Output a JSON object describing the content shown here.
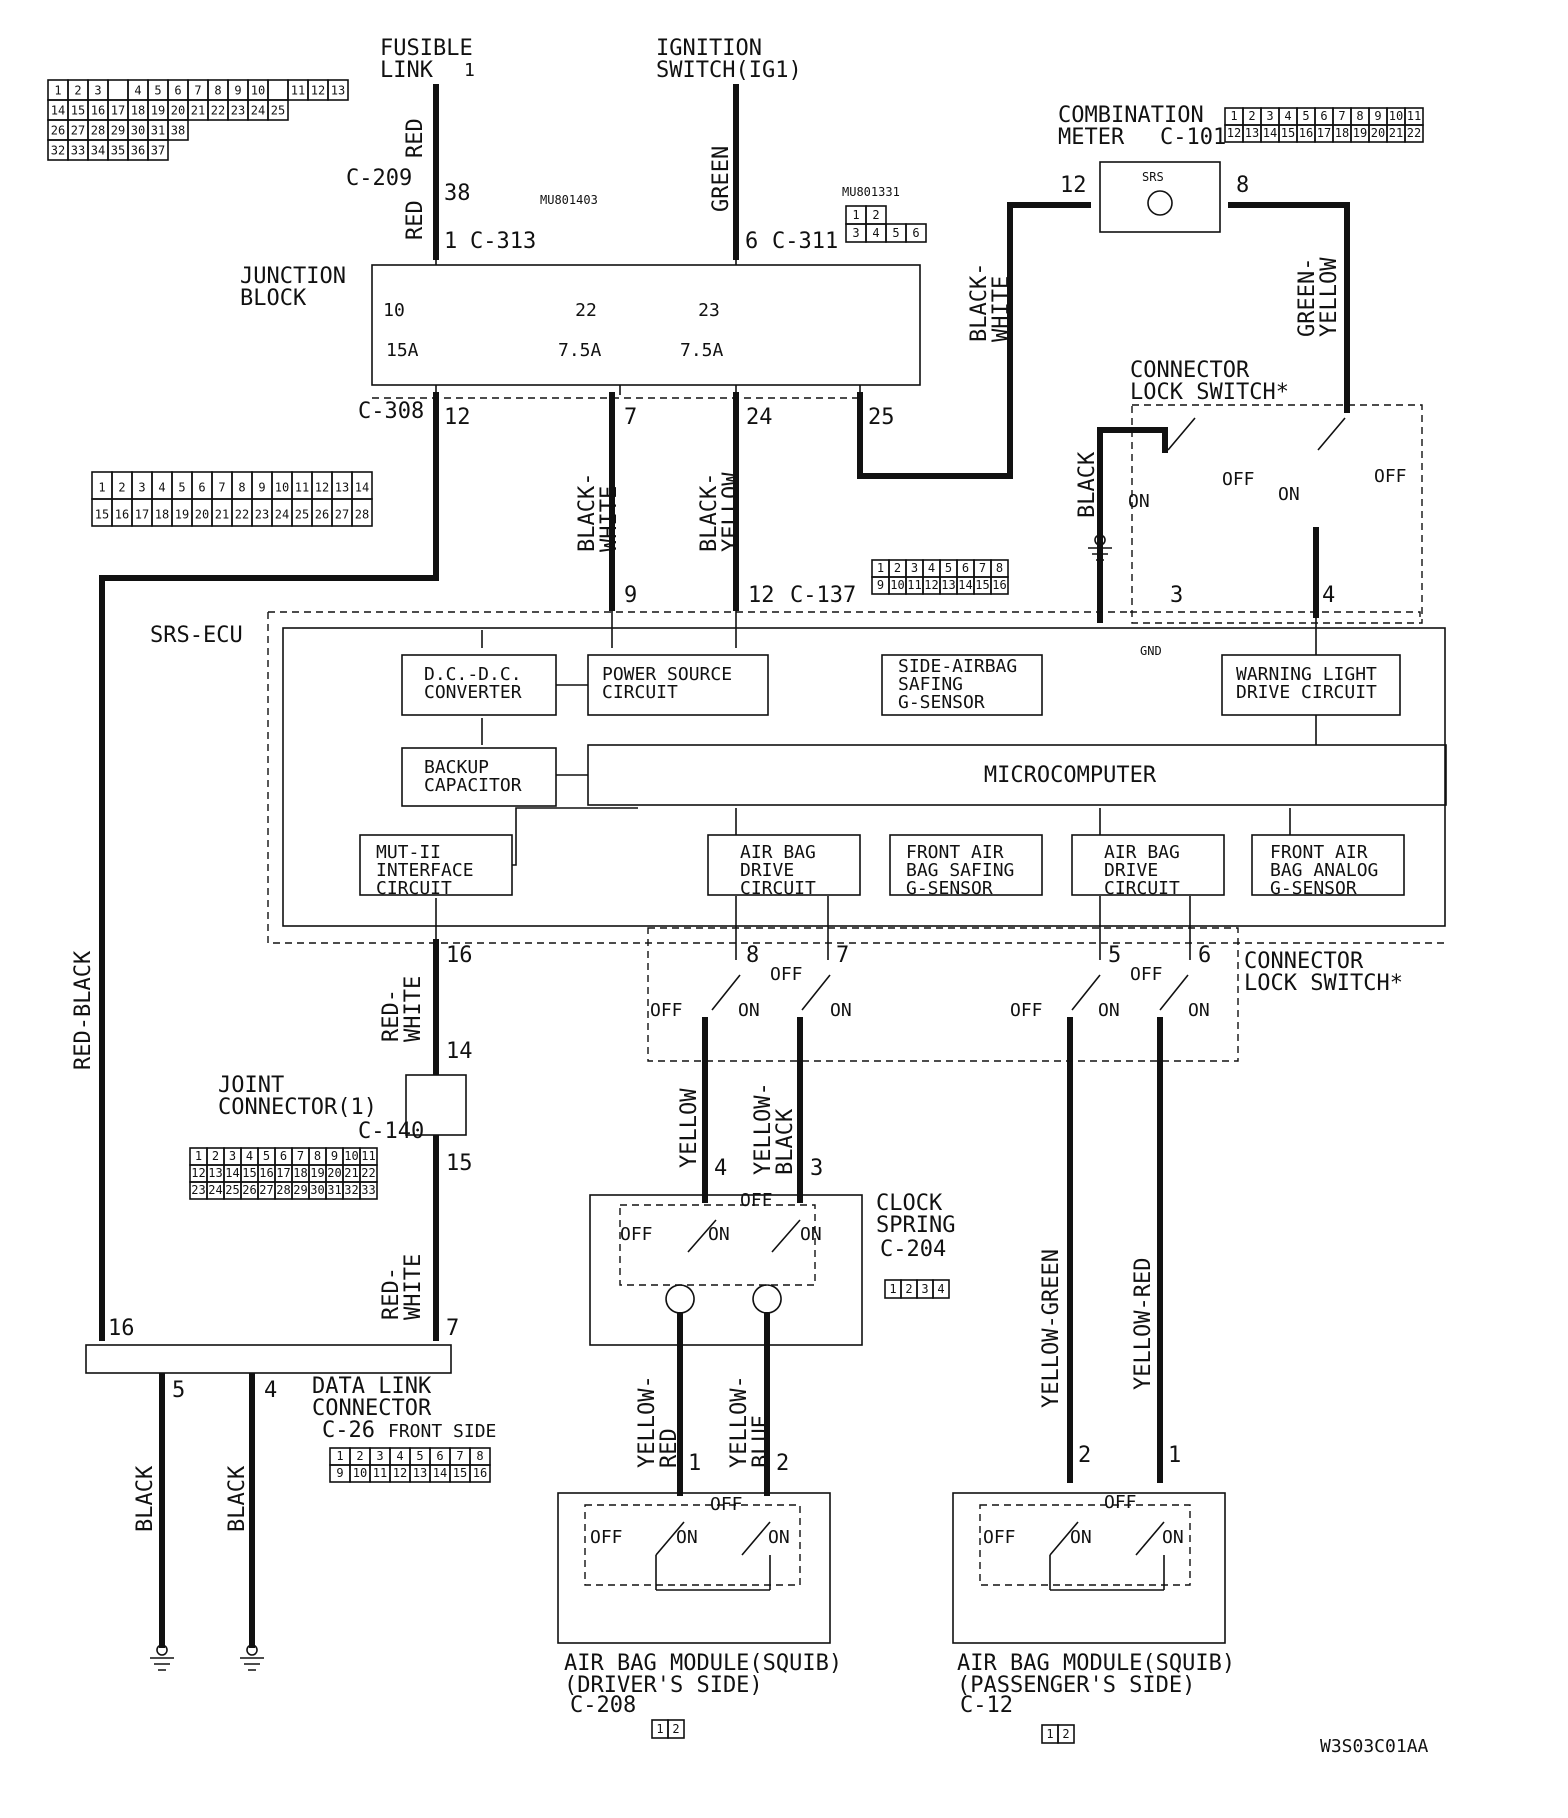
{
  "sources": {
    "fusible_link": [
      "FUSIBLE",
      "LINK"
    ],
    "fusible_num": "1",
    "ignition": [
      "IGNITION",
      "SWITCH(IG1)"
    ]
  },
  "combination_meter": {
    "title": [
      "COMBINATION",
      "METER"
    ],
    "id": "C-101",
    "srs": "SRS",
    "pin_l": "12",
    "pin_r": "8"
  },
  "junction_block": {
    "title": [
      "JUNCTION",
      "BLOCK"
    ],
    "fuses": [
      {
        "num": "10",
        "rating": "15A"
      },
      {
        "num": "22",
        "rating": "7.5A"
      },
      {
        "num": "23",
        "rating": "7.5A"
      }
    ]
  },
  "connectors": {
    "c209": "C-209",
    "c313": "C-313",
    "c311": "C-311",
    "c308": "C-308",
    "c137": "C-137",
    "c140": "C-140",
    "c204": "C-204",
    "c26": "C-26",
    "c208": "C-208",
    "c12": "C-12",
    "mu1": "MU801403",
    "mu2": "MU801331"
  },
  "pins": {
    "p38": "38",
    "p1": "1",
    "p6": "6",
    "p12a": "12",
    "p7a": "7",
    "p24": "24",
    "p25": "25",
    "p9": "9",
    "p12b": "12",
    "p3": "3",
    "p4": "4",
    "p16a": "16",
    "p8": "8",
    "p7b": "7",
    "p5": "5",
    "p6b": "6",
    "p14": "14",
    "p15": "15",
    "p4b": "4",
    "p3b": "3",
    "p16b": "16",
    "p7c": "7",
    "p5b": "5",
    "p4c": "4",
    "p1a": "1",
    "p2a": "2",
    "p2b": "2",
    "p1b": "1"
  },
  "wires": {
    "red": "RED",
    "green": "GREEN",
    "black_white": [
      "BLACK-",
      "WHITE"
    ],
    "black_yellow": [
      "BLACK-",
      "YELLOW"
    ],
    "green_yellow": [
      "GREEN-",
      "YELLOW"
    ],
    "black": "BLACK",
    "red_black": "RED-BLACK",
    "red_white": [
      "RED-",
      "WHITE"
    ],
    "yellow": "YELLOW",
    "yellow_black": [
      "YELLOW-",
      "BLACK"
    ],
    "yellow_green": "YELLOW-GREEN",
    "yellow_red_v": "YELLOW-RED",
    "yellow_red": [
      "YELLOW-",
      "RED"
    ],
    "yellow_blue": [
      "YELLOW-",
      "BLUE"
    ]
  },
  "switches": {
    "lock_title": [
      "CONNECTOR",
      "LOCK SWITCH*"
    ],
    "on": "ON",
    "off": "OFF",
    "gnd": "GND"
  },
  "ecu": {
    "title": "SRS-ECU",
    "blocks": {
      "dcdc": [
        "D.C.-D.C.",
        "CONVERTER"
      ],
      "power": [
        "POWER SOURCE",
        "CIRCUIT"
      ],
      "side": [
        "SIDE-AIRBAG",
        "SAFING",
        "G-SENSOR"
      ],
      "warning": [
        "WARNING LIGHT",
        "DRIVE CIRCUIT"
      ],
      "backup": [
        "BACKUP",
        "CAPACITOR"
      ],
      "micro": [
        "MICROCOMPUTER"
      ],
      "mut": [
        "MUT-II",
        "INTERFACE",
        "CIRCUIT"
      ],
      "drive1": [
        "AIR BAG",
        "DRIVE",
        "CIRCUIT"
      ],
      "fsafe": [
        "FRONT AIR",
        "BAG SAFING",
        "G-SENSOR"
      ],
      "drive2": [
        "AIR BAG",
        "DRIVE",
        "CIRCUIT"
      ],
      "fanalog": [
        "FRONT AIR",
        "BAG ANALOG",
        "G-SENSOR"
      ]
    }
  },
  "joint": {
    "title": [
      "JOINT",
      "CONNECTOR(1)"
    ]
  },
  "clock": {
    "title": [
      "CLOCK",
      "SPRING"
    ]
  },
  "dlc": {
    "title": [
      "DATA LINK",
      "CONNECTOR"
    ],
    "side": "FRONT SIDE"
  },
  "modules": {
    "driver": [
      "AIR BAG MODULE(SQUIB)",
      "(DRIVER'S SIDE)"
    ],
    "passenger": [
      "AIR BAG MODULE(SQUIB)",
      "(PASSENGER'S SIDE)"
    ]
  },
  "footer_code": "W3S03C01AA",
  "grids": {
    "c209": [
      [
        "1",
        "2",
        "3",
        "",
        "4",
        "5",
        "6",
        "7",
        "8",
        "9",
        "10",
        "",
        "11",
        "12",
        "13"
      ],
      [
        "14",
        "15",
        "16",
        "17",
        "18",
        "19",
        "20",
        "21",
        "22",
        "23",
        "24",
        "25"
      ],
      [
        "26",
        "27",
        "28",
        "29",
        "30",
        "31",
        "38"
      ],
      [
        "32",
        "33",
        "34",
        "35",
        "36",
        "37"
      ]
    ],
    "c101": [
      [
        "1",
        "2",
        "3",
        "4",
        "5",
        "6",
        "7",
        "8",
        "9",
        "10",
        "11"
      ],
      [
        "12",
        "13",
        "14",
        "15",
        "16",
        "17",
        "18",
        "19",
        "20",
        "21",
        "22"
      ]
    ],
    "c308": [
      [
        "1",
        "2",
        "3",
        "4",
        "5",
        "6",
        "7",
        "8",
        "9",
        "10",
        "11",
        "12",
        "13",
        "14"
      ],
      [
        "15",
        "16",
        "17",
        "18",
        "19",
        "20",
        "21",
        "22",
        "23",
        "24",
        "25",
        "26",
        "27",
        "28"
      ]
    ],
    "c137": [
      [
        "1",
        "2",
        "3",
        "4",
        "5",
        "6",
        "7",
        "8"
      ],
      [
        "9",
        "10",
        "11",
        "12",
        "13",
        "14",
        "15",
        "16"
      ]
    ],
    "c140": [
      [
        "1",
        "2",
        "3",
        "4",
        "5",
        "6",
        "7",
        "8",
        "9",
        "10",
        "11"
      ],
      [
        "12",
        "13",
        "14",
        "15",
        "16",
        "17",
        "18",
        "19",
        "20",
        "21",
        "22"
      ],
      [
        "23",
        "24",
        "25",
        "26",
        "27",
        "28",
        "29",
        "30",
        "31",
        "32",
        "33"
      ]
    ],
    "c26": [
      [
        "1",
        "2",
        "3",
        "4",
        "5",
        "6",
        "7",
        "8"
      ],
      [
        "9",
        "10",
        "11",
        "12",
        "13",
        "14",
        "15",
        "16"
      ]
    ],
    "mu2": [
      [
        "1",
        "2"
      ],
      [
        "3",
        "4",
        "5",
        "6"
      ]
    ],
    "c204": [
      [
        "1",
        "2",
        "3",
        "4"
      ]
    ],
    "two": [
      [
        "1",
        "2"
      ]
    ]
  }
}
